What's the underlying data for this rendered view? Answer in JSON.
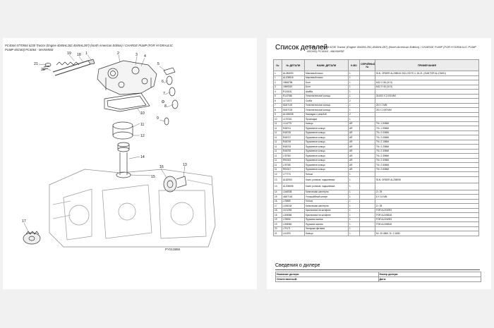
{
  "left": {
    "caption": "PC4064 5770554 6230 Tractor (Engine 4045HL282,4045HL287) (North American Edition) / CHARGE PUMP (FOR HYDRAULIC PUMP 45CM3) PC4064 - MAXIMISE",
    "figure_code": "PY013859",
    "callouts": [
      "1",
      "2",
      "3",
      "4",
      "5",
      "6",
      "7",
      "8",
      "9",
      "10",
      "11",
      "12",
      "13",
      "14",
      "15",
      "16",
      "17",
      "18",
      "19",
      "20",
      "21"
    ]
  },
  "right": {
    "title": "Список деталей",
    "subtitle": "PC4064 5770554 6230 Tractor (Engine 4045HL282,4045HL287) (North American Edition) / CHARGE PUMP (FOR HYDRAULIC PUMP 45CM3) PC4064 - MAXIMISE",
    "table": {
      "headers": [
        "№",
        "№ ДЕТАЛИ",
        "НАИМ. ДЕТАЛИ",
        "К-ВО",
        "СЕРИЙНЫЙ №",
        "ПРИМЕЧАНИЯ"
      ],
      "rows": [
        [
          "1",
          "AL284093",
          "Масляный насос",
          "1",
          "",
          "SLN, ORDER AL208518, INCL KEYS 4, 18-21, (SUB FOR AL176491)"
        ],
        [
          "1",
          "AL208518",
          "Масляный насос",
          "1",
          "",
          ""
        ],
        [
          "2",
          "19M8758",
          "Болт",
          "1",
          "",
          "M12 X 55 (10.9)"
        ],
        [
          "3",
          "19M9319",
          "Болт",
          "1",
          "",
          "M12 X 40 (10.9)"
        ],
        [
          "4",
          "R100011",
          "Шайба",
          "1",
          "",
          ""
        ],
        [
          "5",
          "R147056",
          "Уплотнительное кольцо",
          "1",
          "",
          "34.600 X 2.000 MM"
        ],
        [
          "6",
          "L171572",
          "Скоба",
          "2",
          "",
          ""
        ],
        [
          "7",
          "51M7100",
          "Уплотнительное кольцо",
          "1",
          "",
          "25 X 2 MM"
        ],
        [
          "8",
          "51M7103",
          "Уплотнительное кольцо",
          "1",
          "",
          "28 X 2.000 MM"
        ],
        [
          "9",
          "AL155038",
          "Накладка с резьбой",
          "2",
          "",
          ""
        ],
        [
          "10",
          "L170341",
          "Прокладка",
          "1",
          "",
          ""
        ],
        [
          "11",
          "L114775",
          "Кольцо",
          "AR",
          "",
          "ТК= 1.90MM"
        ],
        [
          "11",
          "R48741",
          "Пружинное кольцо",
          "AR",
          "",
          "ТК= 1.95MM"
        ],
        [
          "11",
          "R48745",
          "Пружинное кольцо",
          "AR",
          "",
          "ТК= 2.00MM"
        ],
        [
          "11",
          "R48747",
          "Пружинное кольцо",
          "AR",
          "",
          "ТК= 2.05MM"
        ],
        [
          "11",
          "R48749",
          "Пружинное кольцо",
          "AR",
          "",
          "ТК= 2.15MM"
        ],
        [
          "11",
          "R48743",
          "Пружинное кольцо",
          "AR",
          "",
          "ТК= 2.20MM"
        ],
        [
          "11",
          "R48753",
          "Пружинное кольцо",
          "AR",
          "",
          "ТК= 2.30MM"
        ],
        [
          "11",
          "L78784",
          "Пружинное кольцо",
          "AR",
          "",
          "ТК= 2.35MM"
        ],
        [
          "11",
          "R90313",
          "Пружинное кольцо",
          "AR",
          "",
          "ТК= 2.40MM"
        ],
        [
          "11",
          "L78785",
          "Пружинное кольцо",
          "AR",
          "",
          "ТК= 2.50MM"
        ],
        [
          "11",
          "R90317",
          "Пружинное кольцо",
          "AR",
          "",
          "ТК= 2.60MM"
        ],
        [
          "12",
          "L77774",
          "Гильза",
          "1",
          "",
          ""
        ],
        [
          "13",
          "AL82903",
          "Комп. роликов, подшипника",
          "1",
          "",
          "SLN, ORDER AL208098"
        ],
        [
          "13",
          "AL208098",
          "Комп. роликов, подшипника",
          "1",
          "",
          ""
        ],
        [
          "14",
          "L166538",
          "Коническая шестерня",
          "1",
          "",
          "Z= 29"
        ],
        [
          "15",
          "44M7146",
          "Углошайбный штифт",
          "1",
          "",
          "6 X 14 MM"
        ],
        [
          "16",
          "L75889",
          "Гильза",
          "1",
          "",
          ""
        ],
        [
          "17",
          "L155244",
          "Коническая шестерня",
          "1",
          "",
          "Z= 28"
        ],
        [
          "18",
          "L101394",
          "Крыльчатка на штифтах",
          "1",
          "",
          "FOR AL204093"
        ],
        [
          "18",
          "L208584",
          "Крыльчатка на штифтах",
          "1",
          "",
          "FOR AL208518"
        ],
        [
          "19",
          "L78550",
          "Пружина сжатия",
          "1",
          "",
          "FOR AL204093"
        ],
        [
          "19",
          "L208582",
          "Пружина сжатия",
          "1",
          "",
          "FOR AL208518"
        ],
        [
          "20",
          "L79171",
          "Заглушка фитинга",
          "1",
          "",
          ""
        ],
        [
          "21",
          "L41393",
          "Кольцо",
          "1",
          "",
          "M= 15.4MM, D= 2.1MM"
        ]
      ]
    },
    "dealer": {
      "title": "Сведения о дилере",
      "rows": [
        [
          "Название дилера:",
          "Номер дилера:"
        ],
        [
          "Ответственный:",
          "Дата:"
        ]
      ]
    }
  },
  "colors": {
    "background": "#f1f1f1",
    "page": "#ffffff",
    "lines": "#222222"
  }
}
